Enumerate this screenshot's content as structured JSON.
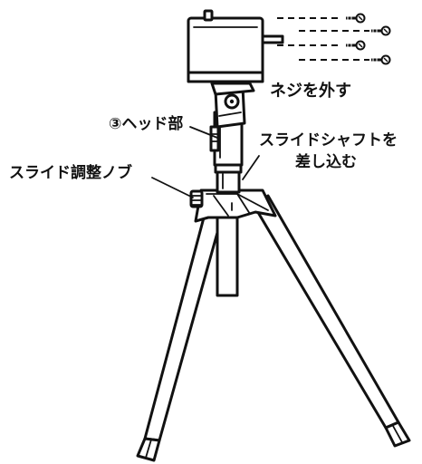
{
  "labels": {
    "remove_screws": "ネジを外す",
    "head_part": "③ヘッド部",
    "slide_shaft_line1": "スライドシャフトを",
    "slide_shaft_line2": "差し込む",
    "slide_knob": "スライド調整ノブ"
  },
  "colors": {
    "line": "#111111",
    "background": "#ffffff"
  },
  "icons": [
    "screw-icon"
  ]
}
